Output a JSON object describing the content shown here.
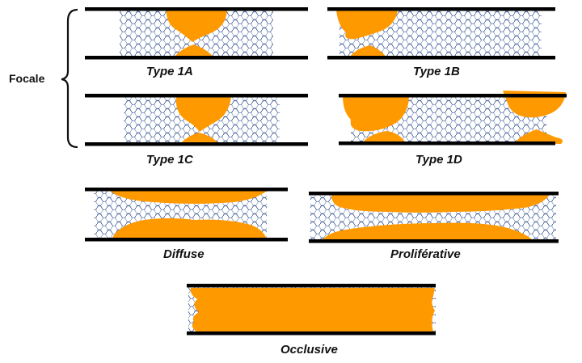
{
  "labels": {
    "focale": "Focale",
    "type_1a": "Type 1A",
    "type_1b": "Type 1B",
    "type_1c": "Type 1C",
    "type_1d": "Type 1D",
    "diffuse": "Diffuse",
    "proliferative": "Proliférative",
    "occlusive": "Occlusive"
  },
  "colors": {
    "stenosis": "#ff9900",
    "vessel_wall": "#000000",
    "mesh": "#2a4a8a"
  }
}
